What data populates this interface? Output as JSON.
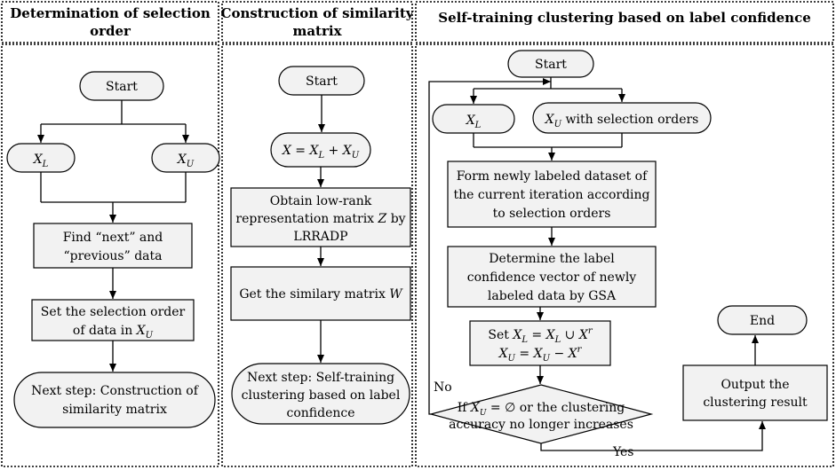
{
  "sections": {
    "s1": {
      "title": [
        "Determination of selection",
        "order"
      ]
    },
    "s2": {
      "title": [
        "Construction of similarity",
        "matrix"
      ]
    },
    "s3": {
      "title": [
        "Self-training clustering based on label confidence"
      ]
    }
  },
  "nodes": {
    "s1_start": "Start",
    "s1_xl": "X_L",
    "s1_xu": "X_U",
    "s1_find": [
      "Find “next” and",
      "“previous” data"
    ],
    "s1_set": [
      "Set the selection order",
      "of data in X_U"
    ],
    "s1_next": [
      "Next step: Construction of",
      "similarity matrix"
    ],
    "s2_start": "Start",
    "s2_x": "X = X_L + X_U",
    "s2_obtain": [
      "Obtain low-rank",
      "representation matrix Z by",
      "LRRADP"
    ],
    "s2_get": "Get the similary matrix W",
    "s2_next": [
      "Next step: Self-training",
      "clustering based on label",
      "confidence"
    ],
    "s3_start": "Start",
    "s3_xl": "X_L",
    "s3_xu": "X_U with selection orders",
    "s3_form": [
      "Form newly labeled dataset of",
      "the current iteration according",
      "to selection orders"
    ],
    "s3_det": [
      "Determine the label",
      "confidence vector of newly",
      "labeled data by GSA"
    ],
    "s3_set": [
      "Set X_L = X_L ∪ X^r",
      "X_U = X_U − X^r"
    ],
    "s3_dec": [
      "If X_U = ∅ or the clustering",
      "accuracy no longer increases"
    ],
    "s3_out": [
      "Output the",
      "clustering result"
    ],
    "s3_end": "End"
  },
  "edge_labels": {
    "no": "No",
    "yes": "Yes"
  }
}
